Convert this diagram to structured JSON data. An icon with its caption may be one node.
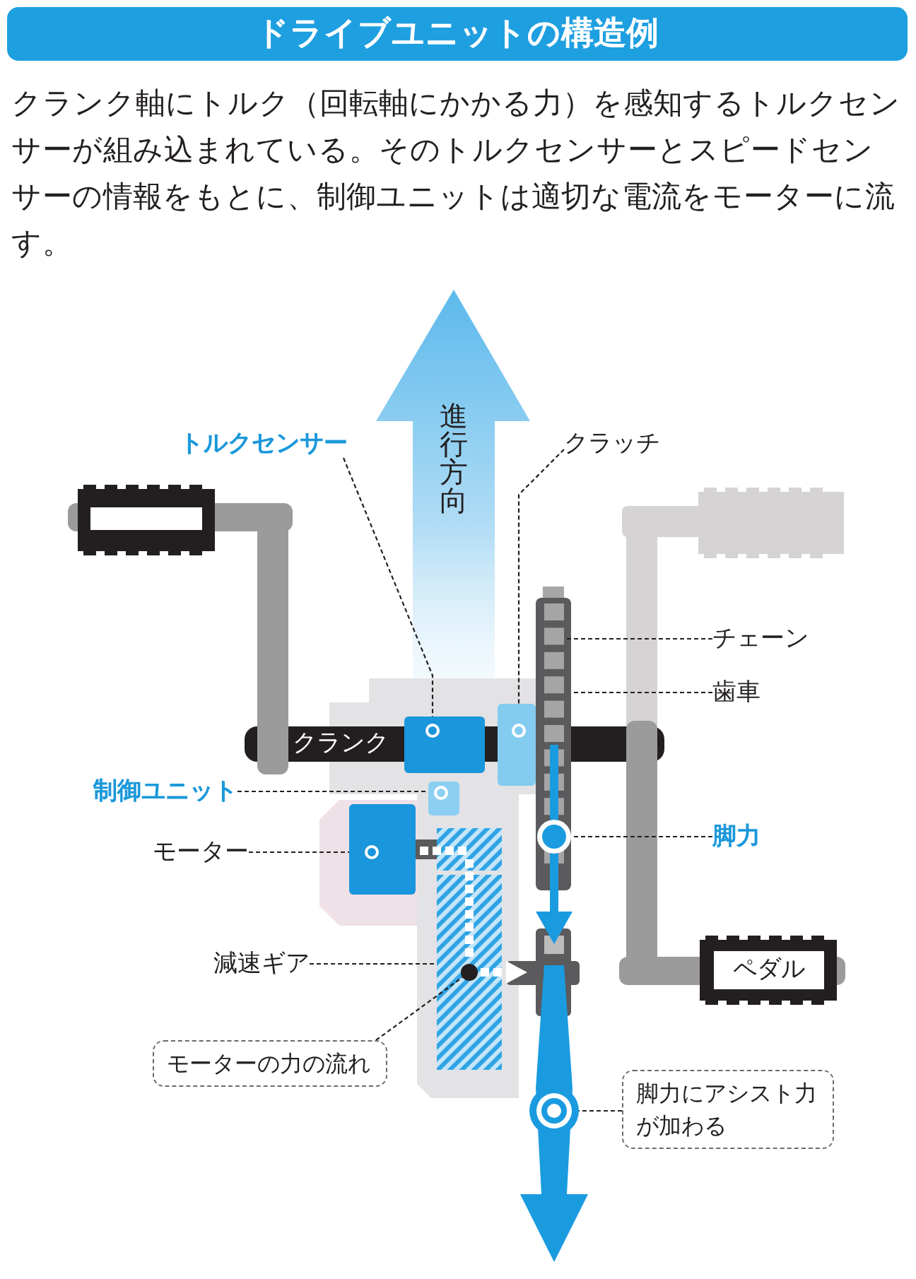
{
  "diagram": {
    "title": "ドライブユニットの構造例",
    "nodes": [
      {
        "text": [
          "トルクセンサー"
        ]
      },
      {
        "text": [
          "クラッチ"
        ]
      },
      {
        "text": [
          "チェーン"
        ]
      },
      {
        "text": [
          "歯車"
        ]
      },
      {
        "text": [
          "クランク"
        ]
      },
      {
        "text": [
          "制御ユニット"
        ]
      },
      {
        "text": [
          "脚力"
        ]
      },
      {
        "text": [
          "モーター"
        ]
      },
      {
        "text": [
          "減速ギア"
        ]
      },
      {
        "text": [
          "ペダル"
        ]
      },
      {
        "text": [
          "モーターの力の流れ"
        ]
      },
      {
        "text": [
          "脚力にアシスト力が加わる"
        ]
      },
      {
        "text": [],
        "shape": "box"
      },
      {
        "text": [],
        "shape": "box"
      },
      {
        "text": [],
        "shape": "bar"
      },
      {
        "text": [],
        "shape": "box",
        "in": 14
      },
      {
        "text": [],
        "shape": "box"
      },
      {
        "text": [],
        "shape": "circle",
        "in": 14
      },
      {
        "text": [],
        "shape": "box"
      },
      {
        "text": [],
        "shape": "box"
      },
      {
        "text": [],
        "shape": "circle",
        "in": 19
      },
      {
        "text": [],
        "shape": "circle"
      },
      {
        "text": [],
        "shape": "box"
      },
      {
        "text": [],
        "shape": "box"
      }
    ],
    "edges": [
      {
        "from": 0,
        "to": 12,
        "arrow": "none",
        "style": "dashed"
      },
      {
        "from": 1,
        "to": 13,
        "arrow": "none",
        "style": "dashed"
      },
      {
        "from": 2,
        "to": 15,
        "arrow": "none",
        "style": "dashed"
      },
      {
        "from": 3,
        "to": 14,
        "arrow": "none",
        "style": "dashed"
      },
      {
        "from": 5,
        "to": 16,
        "arrow": "none",
        "style": "dashed"
      },
      {
        "from": 6,
        "to": 17,
        "arrow": "none",
        "style": "dashed"
      },
      {
        "from": 7,
        "to": 18,
        "arrow": "none",
        "style": "dashed"
      },
      {
        "from": 8,
        "to": 19,
        "arrow": "none",
        "style": "dashed"
      },
      {
        "from": 10,
        "to": 20,
        "arrow": "none",
        "style": "dashed"
      },
      {
        "from": 11,
        "to": 21,
        "arrow": "none",
        "style": "dashed"
      }
    ],
    "labels": [
      "クランク軸にトルク（回転軸にかかる力）を感知するトルクセンサーが組み込まれている。そのトルクセンサーとスピードセンサーの情報をもとに、制御ユニットは適切な電流をモーターに流す。",
      "進行方向"
    ]
  }
}
